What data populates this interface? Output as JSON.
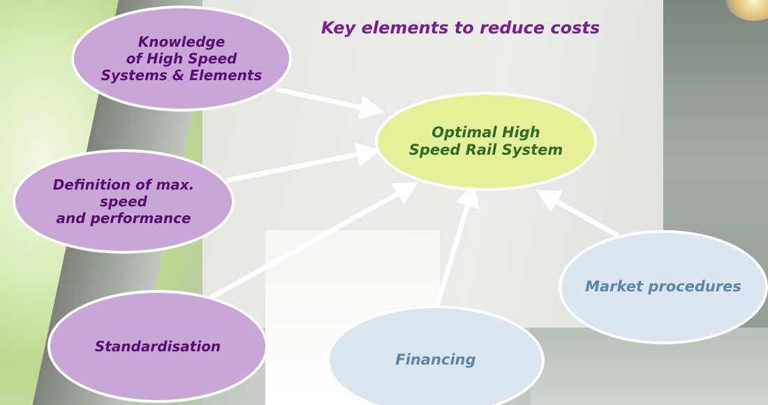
{
  "diagram": {
    "title": "Key elements to reduce costs",
    "center": {
      "label": "Optimal High\nSpeed Rail System"
    },
    "nodes": [
      {
        "id": "knowledge",
        "label": "Knowledge\nof High Speed\nSystems & Elements"
      },
      {
        "id": "definition",
        "label": "Definition of max.\nspeed\nand performance"
      },
      {
        "id": "standardisation",
        "label": "Standardisation"
      },
      {
        "id": "financing",
        "label": "Financing"
      },
      {
        "id": "market",
        "label": "Market procedures"
      }
    ],
    "edges": [
      {
        "from": "knowledge",
        "to": "center"
      },
      {
        "from": "definition",
        "to": "center"
      },
      {
        "from": "standardisation",
        "to": "center"
      },
      {
        "from": "financing",
        "to": "center"
      },
      {
        "from": "market",
        "to": "center"
      }
    ]
  },
  "colors": {
    "title": "#7b1d92",
    "purple_fill": "#c8a6d6",
    "purple_text": "#5a0c72",
    "center_fill": "#e6f09a",
    "center_text": "#2f6b27",
    "blue_fill": "#dbe6f0",
    "blue_text": "#5b86a9",
    "arrow": "#ffffff"
  }
}
